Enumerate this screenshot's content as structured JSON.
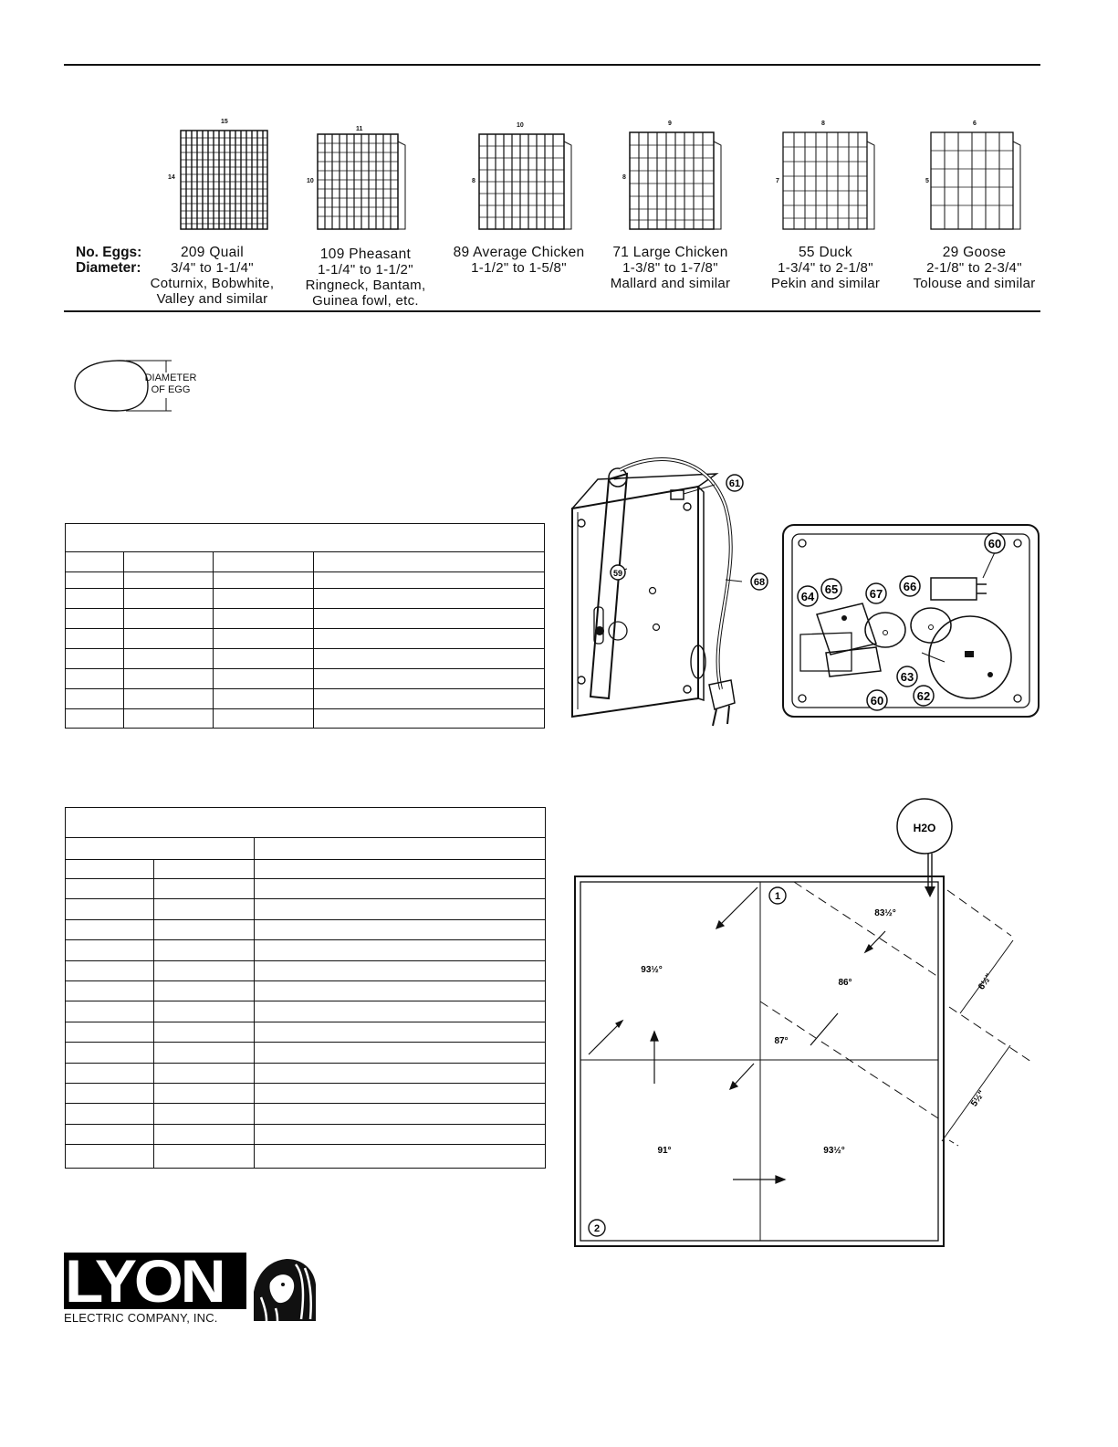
{
  "eggs_section": {
    "no_eggs_label": "No. Eggs:",
    "diameter_label": "Diameter:",
    "trays": [
      {
        "count_name": "209 Quail",
        "diameter": "3/4\" to 1-1/4\"",
        "desc1": "Coturnix, Bobwhite,",
        "desc2": "Valley and similar",
        "cols": "15",
        "rows": "14"
      },
      {
        "count_name": "109 Pheasant",
        "diameter": "1-1/4\" to 1-1/2\"",
        "desc1": "Ringneck, Bantam,",
        "desc2": "Guinea fowl, etc.",
        "cols": "11",
        "rows": "10"
      },
      {
        "count_name": "89 Average Chicken",
        "diameter": "1-1/2\" to 1-5/8\"",
        "desc1": "",
        "desc2": "",
        "cols": "10",
        "rows": "8"
      },
      {
        "count_name": "71 Large Chicken",
        "diameter": "1-3/8\" to 1-7/8\"",
        "desc1": "Mallard and similar",
        "desc2": "",
        "cols": "9",
        "rows": "8"
      },
      {
        "count_name": "55 Duck",
        "diameter": "1-3/4\" to 2-1/8\"",
        "desc1": "Pekin and similar",
        "desc2": "",
        "cols": "8",
        "rows": "7"
      },
      {
        "count_name": "29 Goose",
        "diameter": "2-1/8\" to 2-3/4\"",
        "desc1": "Tolouse and similar",
        "desc2": "",
        "cols": "6",
        "rows": "5"
      }
    ]
  },
  "egg_diagram": {
    "line1": "DIAMETER",
    "line2": "OF EGG"
  },
  "parts_callouts": {
    "p61": "61",
    "p68": "68",
    "p59": "59",
    "p60a": "60",
    "p60b": "60",
    "p64": "64",
    "p65": "65",
    "p67": "67",
    "p66": "66",
    "p63": "63",
    "p62": "62"
  },
  "temp_diagram": {
    "water": "H2O",
    "marker1": "1",
    "marker2": "2",
    "t_tl": "93½°",
    "t_tr_top": "83½°",
    "t_tr_mid": "86°",
    "t_center": "87°",
    "t_bl": "91°",
    "t_br": "93½°",
    "dim_upper": "6½\"",
    "dim_lower": "5½\""
  },
  "logo": {
    "brand": "LYON",
    "company": "ELECTRIC COMPANY, INC."
  }
}
